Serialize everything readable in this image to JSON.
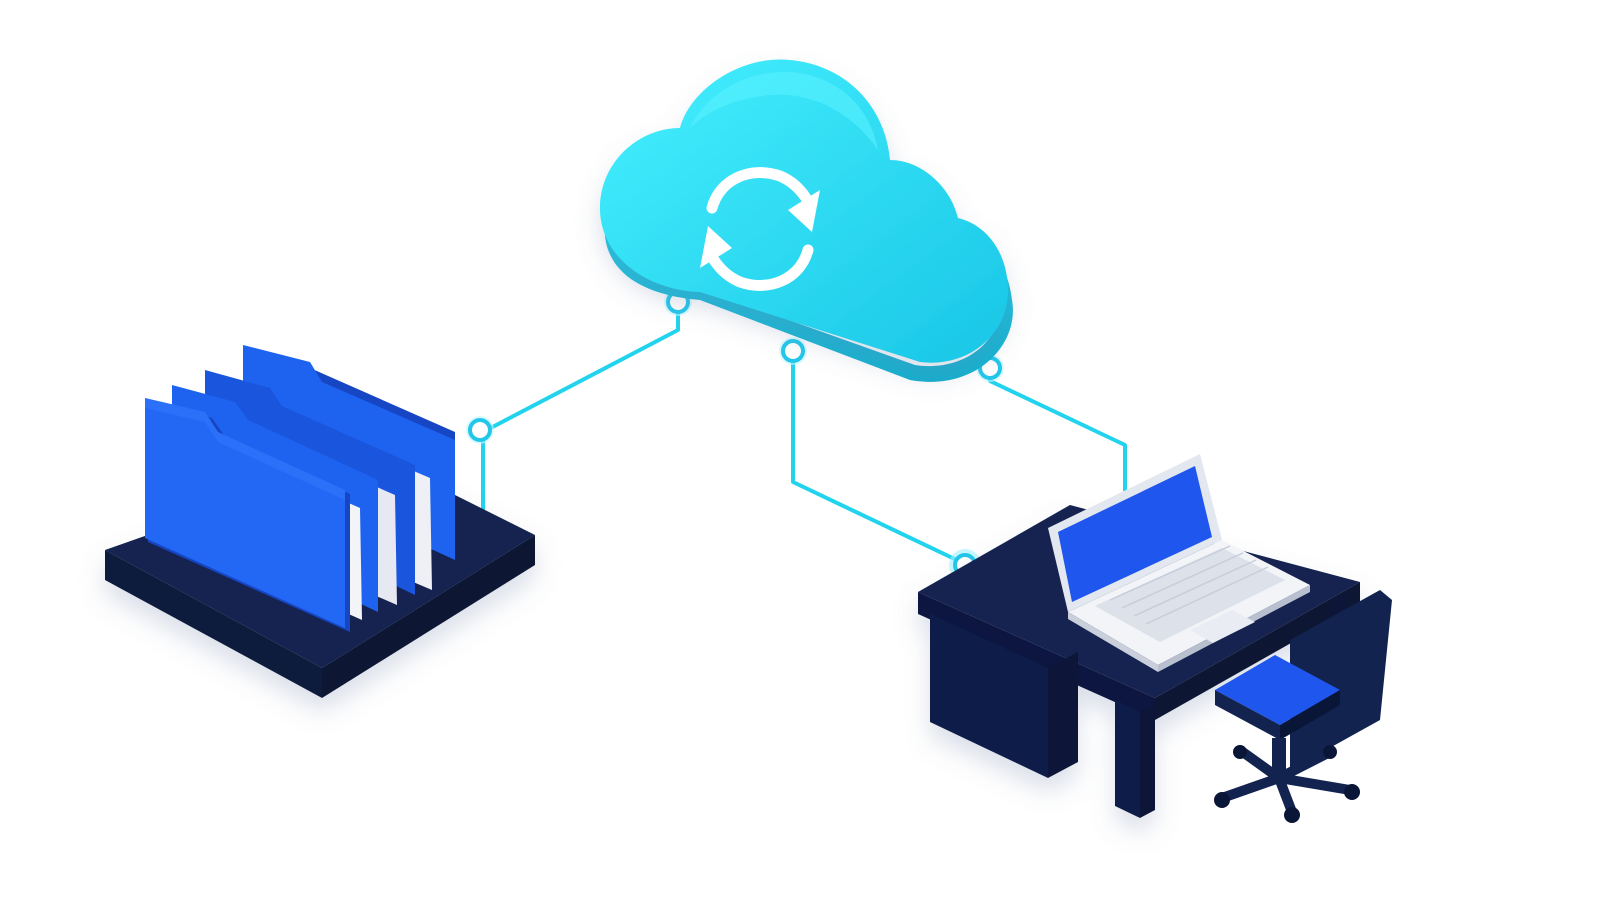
{
  "scene": {
    "background": "#ffffff",
    "nodes": [
      {
        "id": "cloud",
        "icon": "cloud-sync-icon"
      },
      {
        "id": "folders",
        "icon": "folder-stack-icon"
      },
      {
        "id": "workstation",
        "icon": "desk-laptop-icon"
      }
    ],
    "connections": [
      {
        "from": "cloud",
        "to": "folders"
      },
      {
        "from": "cloud",
        "to": "workstation"
      },
      {
        "from": "cloud",
        "to": "workstation"
      }
    ]
  },
  "colors": {
    "cloud_top": "#3EEAFA",
    "cloud_side": "#1FC0DE",
    "line": "#22D3EE",
    "folder_blue": "#1E63F0",
    "folder_blue_dark": "#1646C4",
    "paper": "#EEF0F6",
    "navy": "#12234F",
    "navy_dark": "#0A1638",
    "laptop_body": "#F2F4F8",
    "laptop_screen": "#1E56EE"
  }
}
